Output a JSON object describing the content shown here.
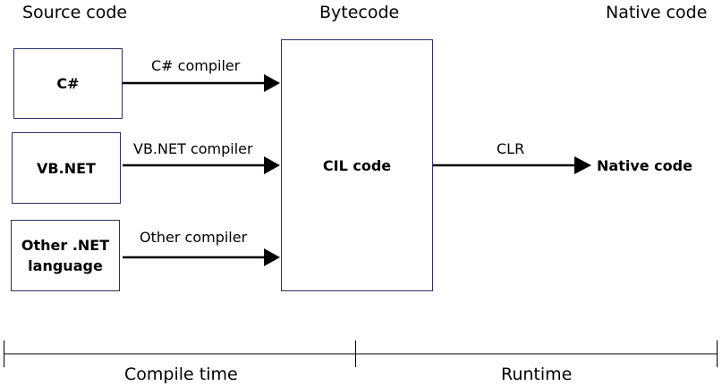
{
  "headers": {
    "source": "Source code",
    "bytecode": "Bytecode",
    "native": "Native code"
  },
  "sources": [
    {
      "name": "C#",
      "compiler": "C# compiler"
    },
    {
      "name": "VB.NET",
      "compiler": "VB.NET compiler"
    },
    {
      "name": "Other .NET\nlanguage",
      "compiler": "Other compiler"
    }
  ],
  "cil": {
    "label": "CIL code"
  },
  "runtime": {
    "label": "CLR",
    "target": "Native code"
  },
  "timeline": {
    "compile": "Compile time",
    "runtime": "Runtime"
  }
}
